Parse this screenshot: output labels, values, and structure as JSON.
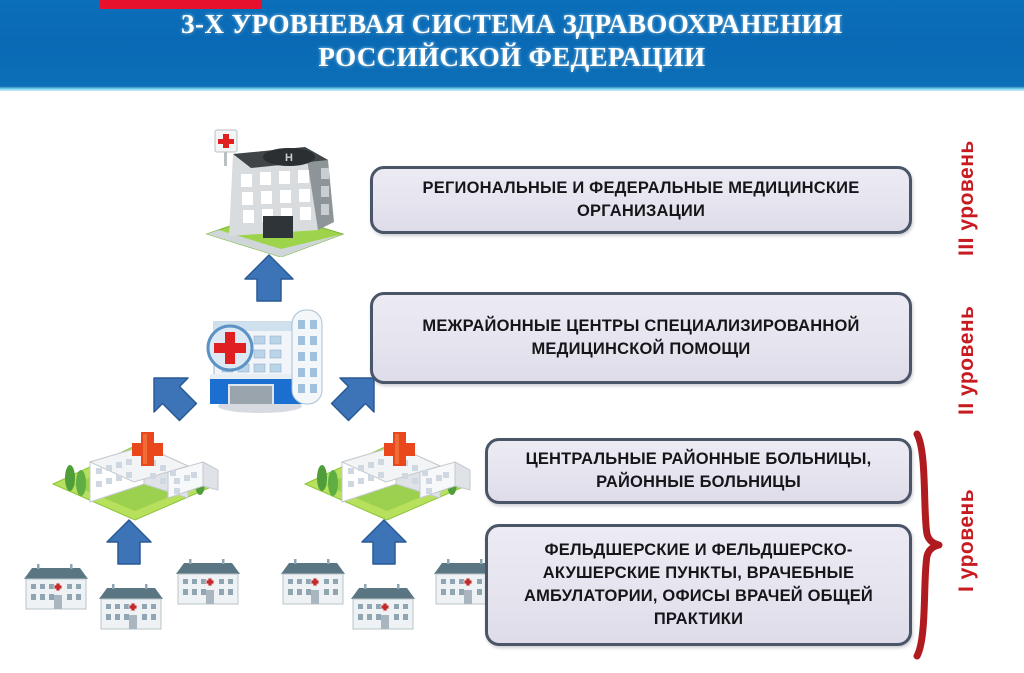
{
  "header": {
    "title_line1": "3-Х УРОВНЕВАЯ СИСТЕМА ЗДРАВООХРАНЕНИЯ",
    "title_line2": "РОССИЙСКОЙ ФЕДЕРАЦИИ",
    "bg_color": "#0a69b4",
    "accent_color": "#e8112d",
    "text_color": "#ffffff"
  },
  "boxes": [
    {
      "id": "level3",
      "text": "РЕГИОНАЛЬНЫЕ И ФЕДЕРАЛЬНЫЕ МЕДИЦИНСКИЕ ОРГАНИЗАЦИИ",
      "fill_color": "#e8e6f0",
      "border_color": "#4a5568"
    },
    {
      "id": "level2",
      "text": "МЕЖРАЙОННЫЕ ЦЕНТРЫ СПЕЦИАЛИЗИРОВАННОЙ МЕДИЦИНСКОЙ ПОМОЩИ",
      "fill_color": "#e8e6f0",
      "border_color": "#4a5568"
    },
    {
      "id": "level1-crb",
      "text": "ЦЕНТРАЛЬНЫЕ РАЙОННЫЕ БОЛЬНИЦЫ, РАЙОННЫЕ БОЛЬНИЦЫ",
      "fill_color": "#e8e6f0",
      "border_color": "#4a5568"
    },
    {
      "id": "level1-fap",
      "text": "ФЕЛЬДШЕРСКИЕ И ФЕЛЬДШЕРСКО-АКУШЕРСКИЕ ПУНКТЫ, ВРАЧЕБНЫЕ АМБУЛАТОРИИ, ОФИСЫ ВРАЧЕЙ ОБЩЕЙ ПРАКТИКИ",
      "fill_color": "#e8e6f0",
      "border_color": "#4a5568"
    }
  ],
  "levels": [
    {
      "id": "level-3",
      "label": "III уровень",
      "color": "#c81b20"
    },
    {
      "id": "level-2",
      "label": "II уровень",
      "color": "#c81b20"
    },
    {
      "id": "level-1",
      "label": "I уровень",
      "color": "#c81b20"
    }
  ],
  "arrows": {
    "color": "#3d74b8",
    "count": 5
  },
  "illustrations": {
    "level3_hospital": "grey-highrise-hospital-with-helipad",
    "level2_hospital": "blue-white-hospital-with-red-cross-emblem",
    "level1_hospitals": "isometric-white-hospital-with-red-cross",
    "level1_clinics": "small-two-storey-clinic-house"
  }
}
